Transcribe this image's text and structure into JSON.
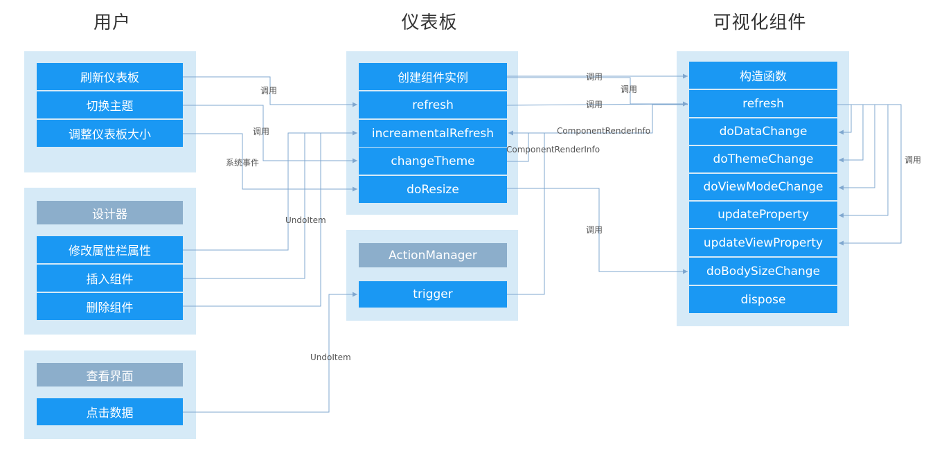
{
  "columns": {
    "user": "用户",
    "dashboard": "仪表板",
    "component": "可视化组件"
  },
  "user_actions": [
    "刷新仪表板",
    "切换主题",
    "调整仪表板大小"
  ],
  "designer": {
    "title": "设计器",
    "items": [
      "修改属性栏属性",
      "插入组件",
      "删除组件"
    ]
  },
  "viewer": {
    "title": "查看界面",
    "items": [
      "点击数据"
    ]
  },
  "dashboard_methods": [
    "创建组件实例",
    "refresh",
    "increamentalRefresh",
    "changeTheme",
    "doResize"
  ],
  "action_manager": {
    "title": "ActionManager",
    "items": [
      "trigger"
    ]
  },
  "component_methods": [
    "构造函数",
    "refresh",
    "doDataChange",
    "doThemeChange",
    "doViewModeChange",
    "updateProperty",
    "updateViewProperty",
    "doBodySizeChange",
    "dispose"
  ],
  "edge_labels": {
    "call": "调用",
    "system_event": "系统事件",
    "undo_item": "UndoItem",
    "component_render_info": "ComponentRenderInfo"
  },
  "colors": {
    "panel": "#d6eaf7",
    "box_blue": "#1a98f3",
    "box_gray": "#8caecb",
    "wire": "#7fa7cf"
  }
}
